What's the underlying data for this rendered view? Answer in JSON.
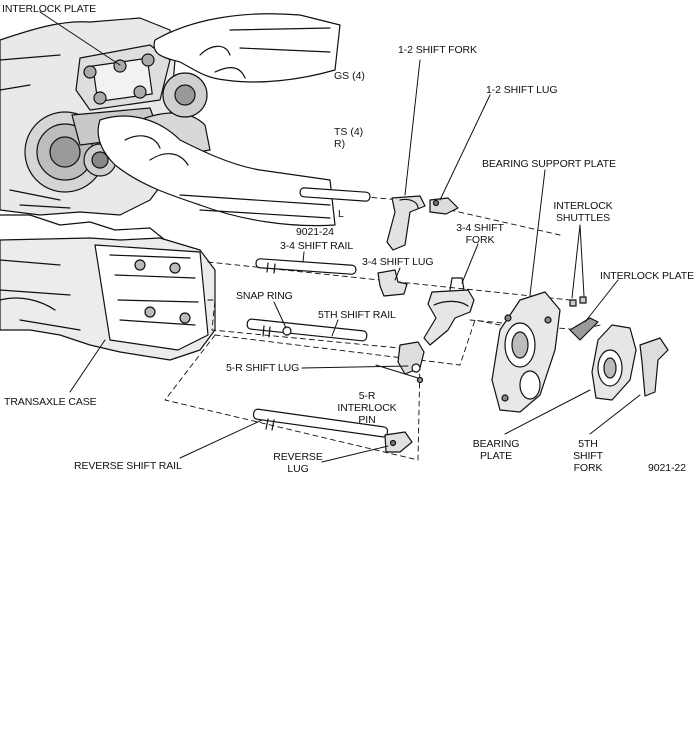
{
  "labels": {
    "interlock_plate_top": "INTERLOCK PLATE",
    "shift_fork_12": "1-2 SHIFT FORK",
    "shift_lug_12": "1-2 SHIFT LUG",
    "bearing_support_plate": "BEARING SUPPORT PLATE",
    "interlock_shuttles_1": "INTERLOCK",
    "interlock_shuttles_2": "SHUTTLES",
    "interlock_plate_right": "INTERLOCK PLATE",
    "ref_9021_24": "9021-24",
    "shift_rail_34": "3-4 SHIFT RAIL",
    "shift_lug_34": "3-4 SHIFT LUG",
    "shift_fork_34_1": "3-4 SHIFT",
    "shift_fork_34_2": "FORK",
    "snap_ring": "SNAP RING",
    "fifth_shift_rail": "5TH SHIFT RAIL",
    "shift_lug_5r": "5-R SHIFT LUG",
    "interlock_pin_1": "5-R",
    "interlock_pin_2": "INTERLOCK",
    "interlock_pin_3": "PIN",
    "transaxle_case": "TRANSAXLE CASE",
    "reverse_shift_rail": "REVERSE SHIFT RAIL",
    "reverse_lug_1": "REVERSE",
    "reverse_lug_2": "LUG",
    "bearing_plate_1": "BEARING",
    "bearing_plate_2": "PLATE",
    "fifth_shift_fork_1": "5TH",
    "fifth_shift_fork_2": "SHIFT",
    "fifth_shift_fork_3": "FORK",
    "ref_9021_22": "9021-22"
  },
  "fragments": {
    "gs4": "GS (4)",
    "ts4": "TS (4)",
    "r": "R)",
    "l": "L"
  }
}
